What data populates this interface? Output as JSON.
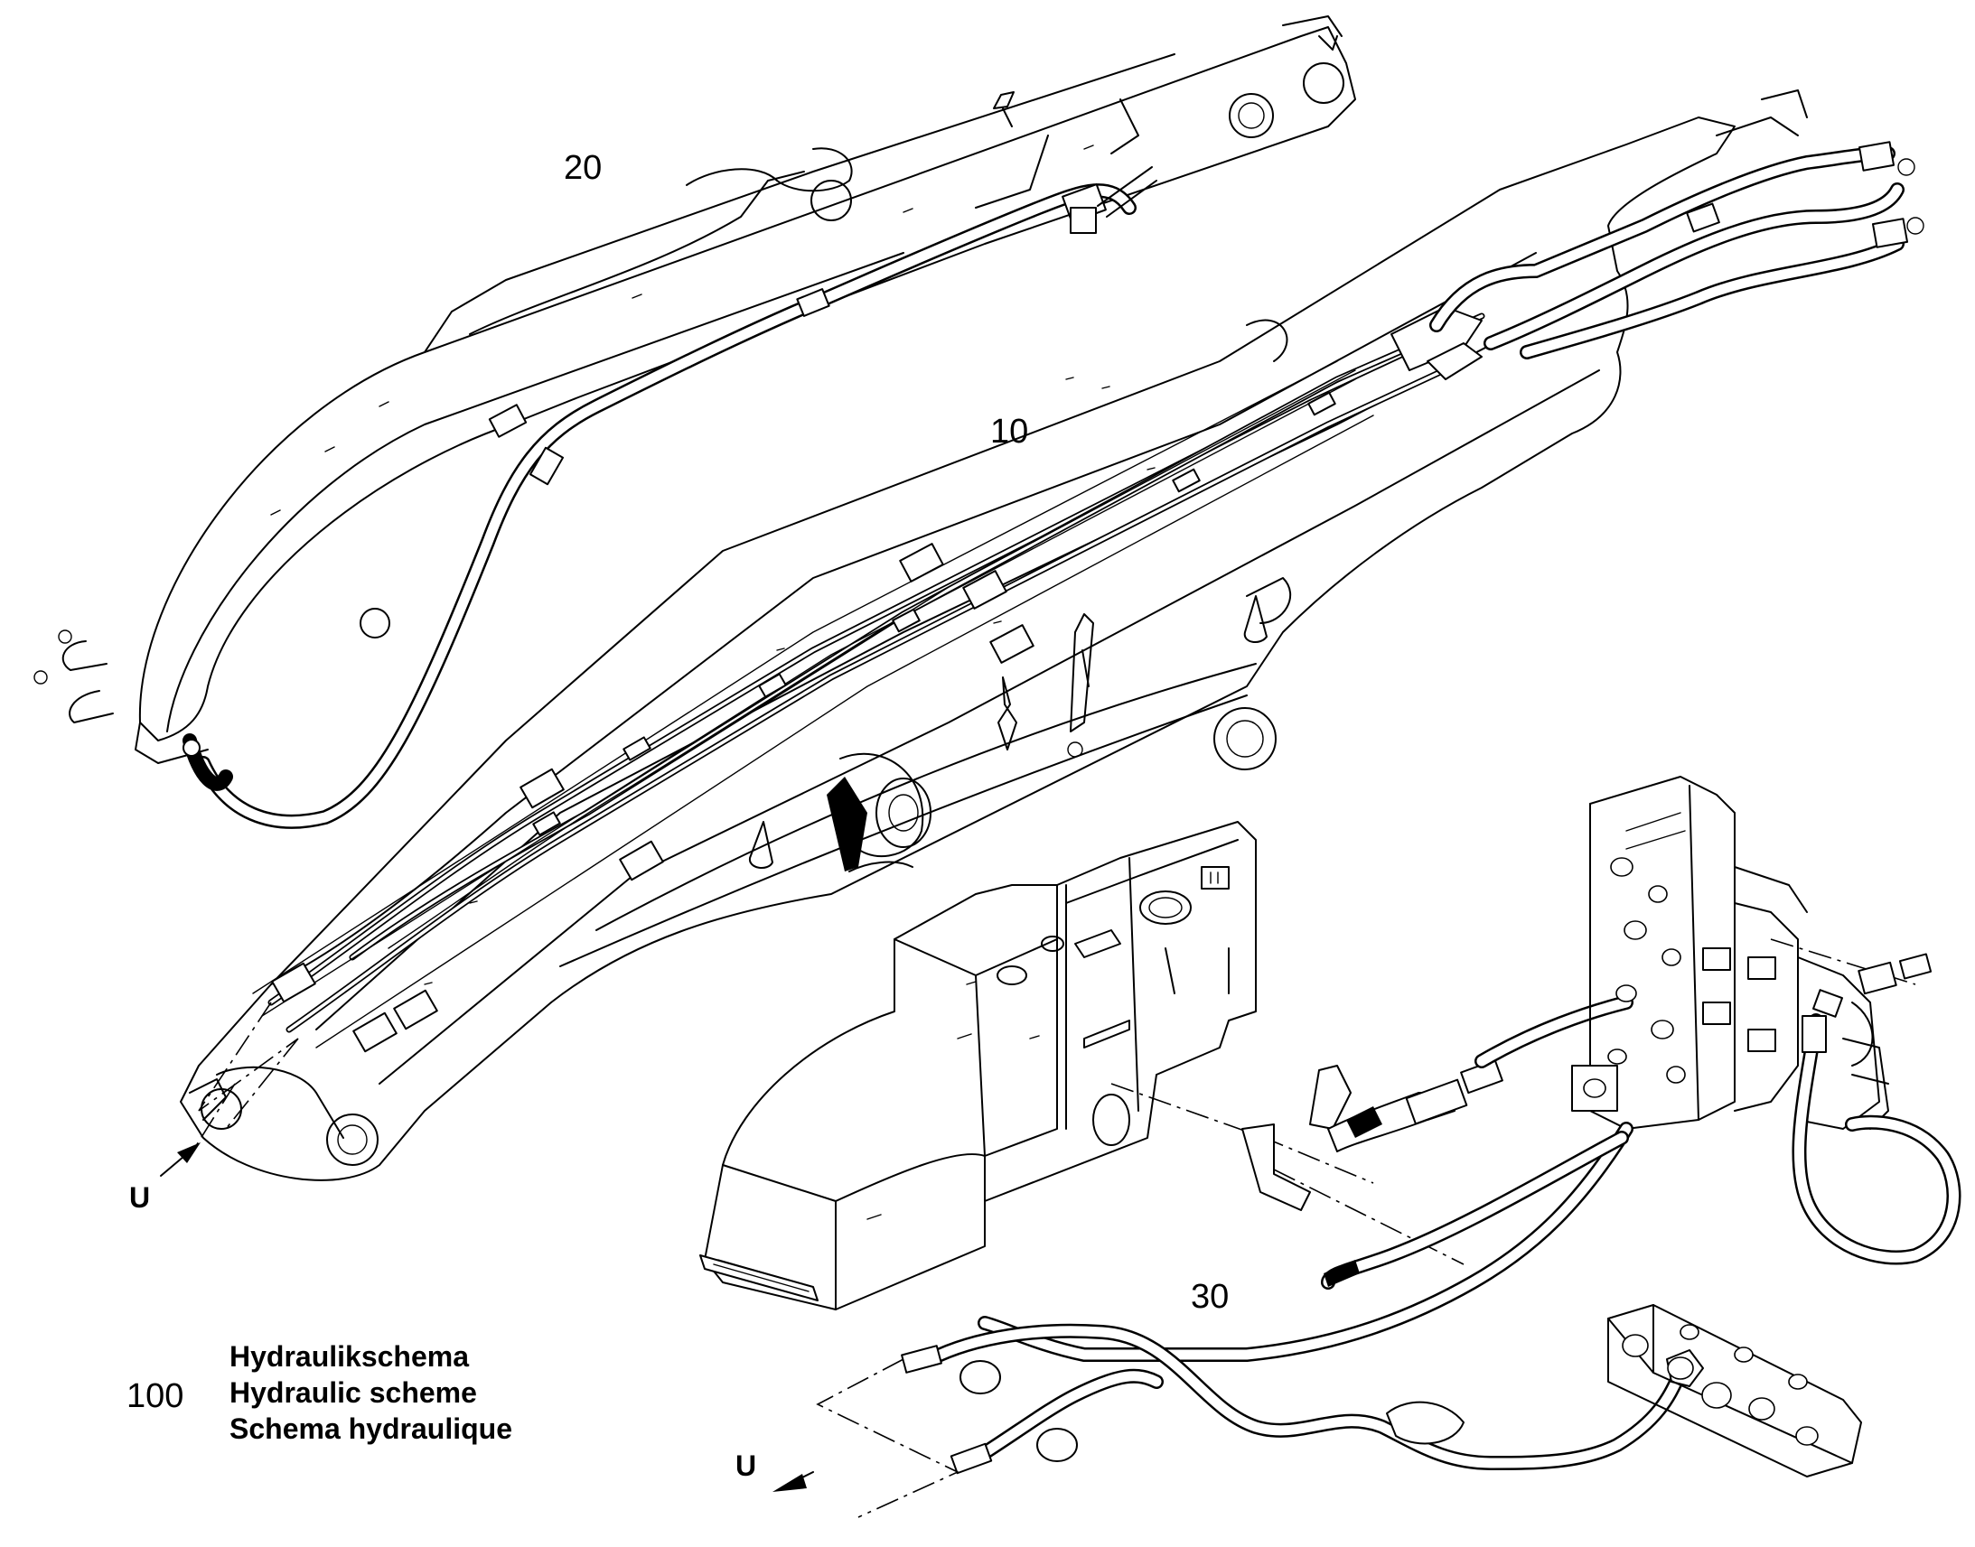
{
  "callouts": {
    "part_10": "10",
    "part_20": "20",
    "part_30": "30"
  },
  "view_markers": {
    "boom_end": "U",
    "hose_end": "U"
  },
  "legend": {
    "number": "100",
    "lines": [
      "Hydraulikschema",
      "Hydraulic scheme",
      "Schema hydraulique"
    ]
  },
  "colors": {
    "ink": "#000000",
    "paper": "#ffffff"
  }
}
